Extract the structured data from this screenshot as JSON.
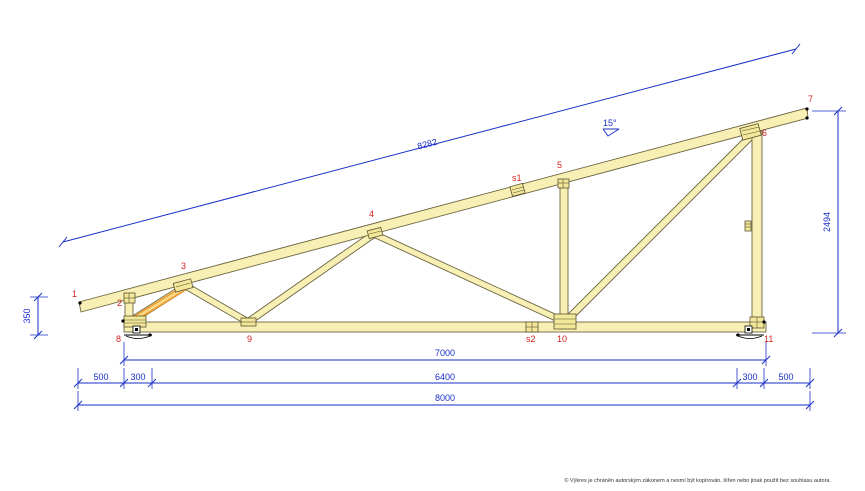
{
  "drawing": {
    "nodes": [
      "1",
      "2",
      "3",
      "4",
      "5",
      "6",
      "7",
      "8",
      "9",
      "10",
      "11",
      "s1",
      "s2"
    ],
    "dimensions": {
      "top_chord_length": "8282",
      "slope": "15°",
      "height_left": "350",
      "height_right": "2494",
      "span_supports": "7000",
      "span_segments": [
        "500",
        "300",
        "6400",
        "300",
        "500"
      ],
      "total_length": "8000"
    },
    "colors": {
      "dimension": "#1a2fc8",
      "node_label": "#d21e1e",
      "timber": "#f7efb4",
      "highlight": "#f0a030"
    }
  },
  "footer": {
    "copyright": "© Výkres je chráněn autorským zákonem a nesmí být kopírován, šířen nebo jinak použit bez souhlasu autora."
  }
}
